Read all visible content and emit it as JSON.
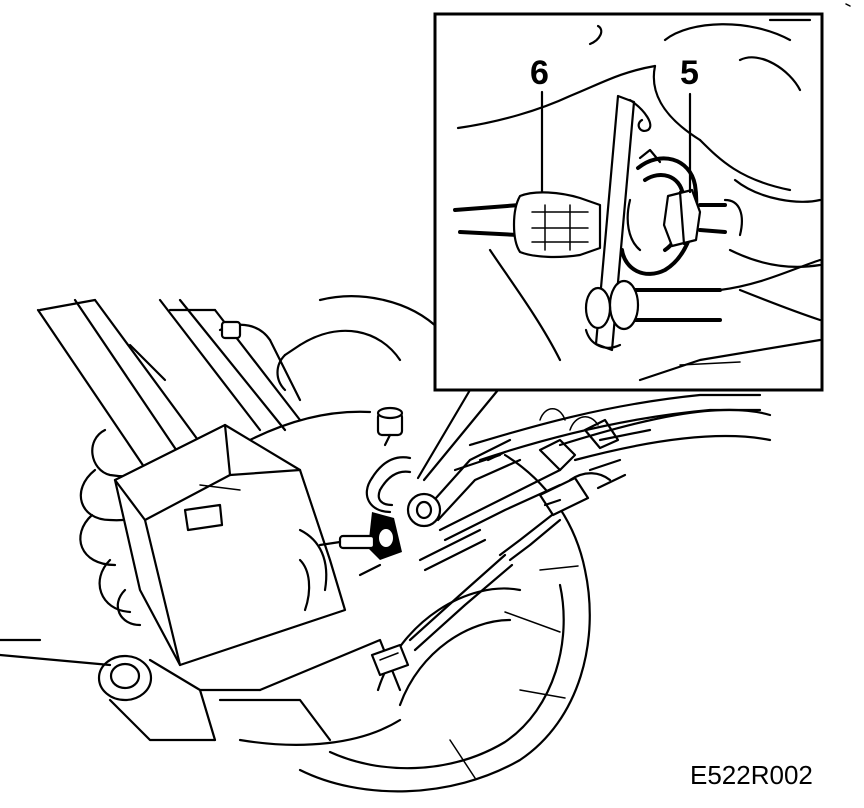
{
  "diagram": {
    "figure_code": "E522R002",
    "callouts": [
      {
        "number": "6"
      },
      {
        "number": "5"
      }
    ]
  }
}
